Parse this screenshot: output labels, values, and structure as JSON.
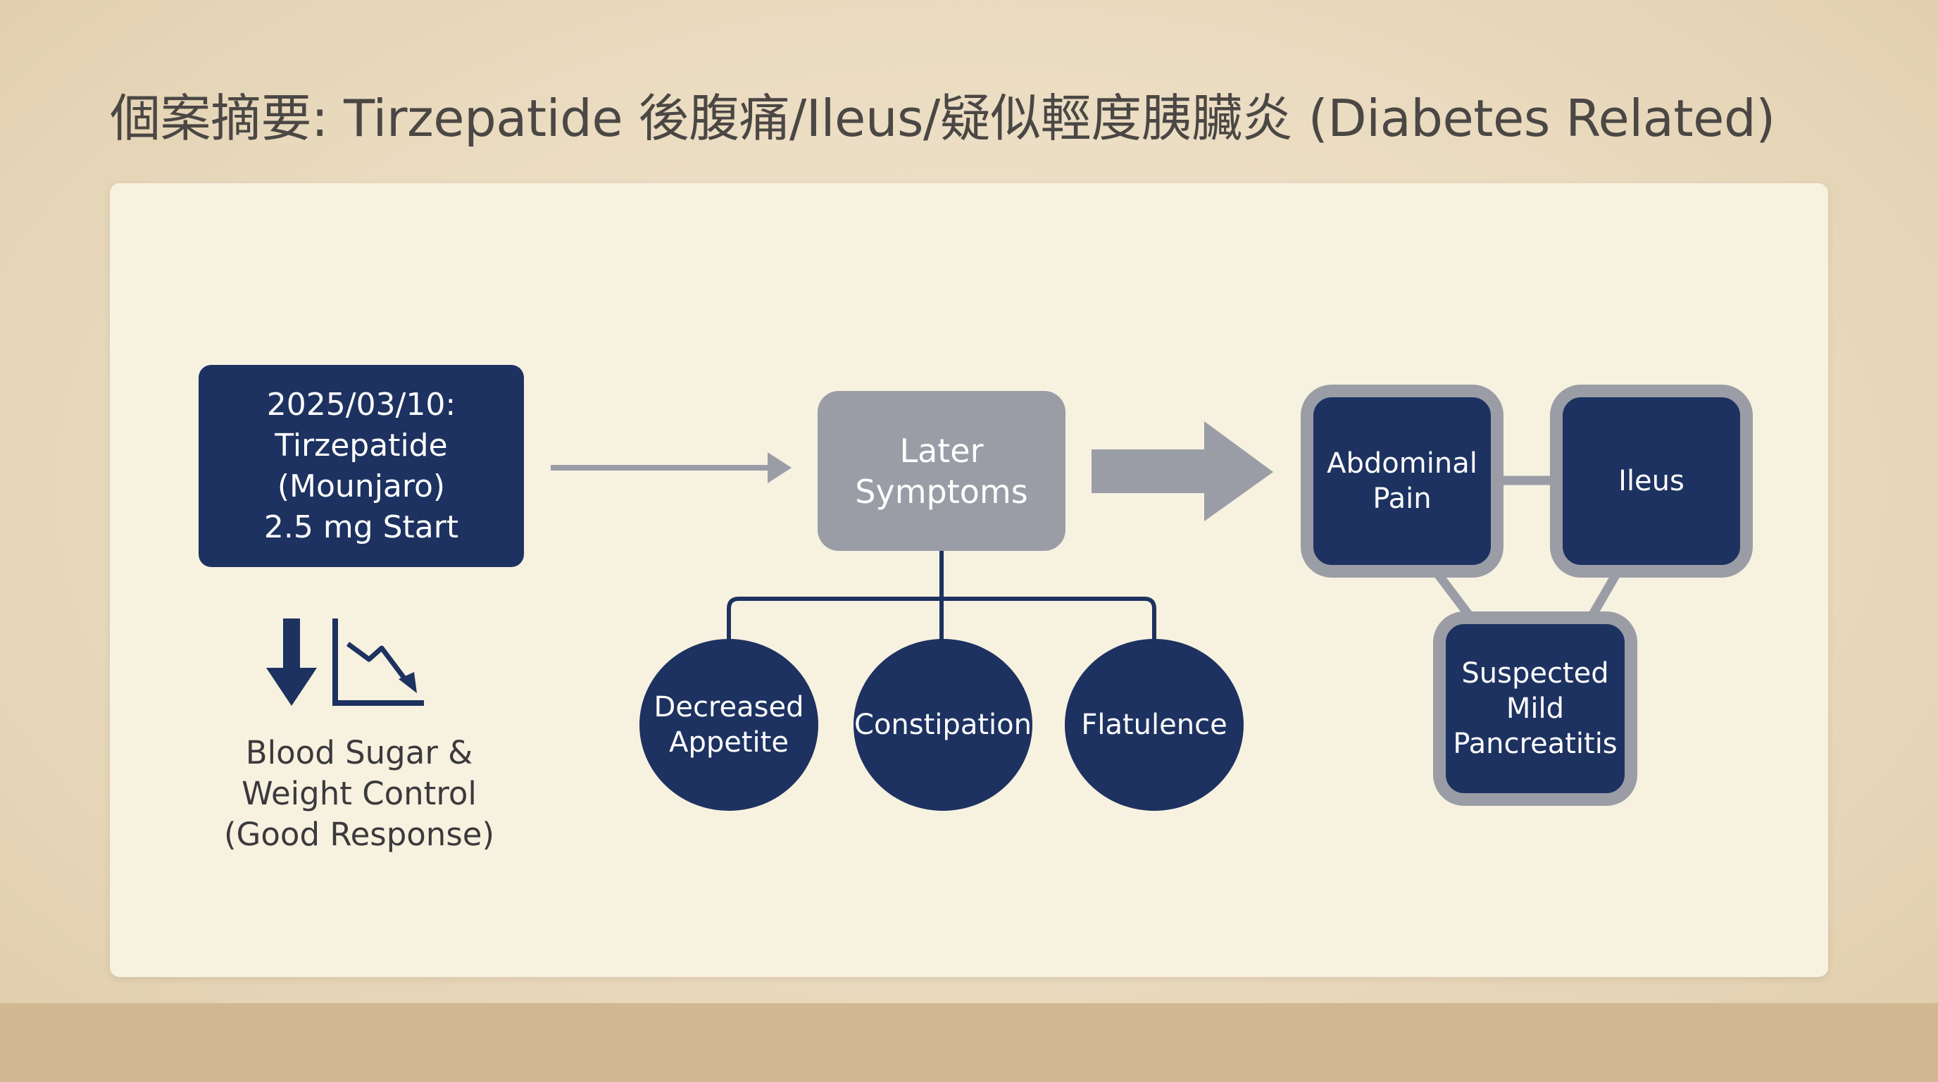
{
  "title": "個案摘要: Tirzepatide 後腹痛/Ileus/疑似輕度胰臟炎 (Diabetes Related)",
  "colors": {
    "navy": "#1d3260",
    "gray": "#9a9da6",
    "panel": "#f7f1e0",
    "text_dark": "#3a3a3c"
  },
  "start_event": {
    "label": "2025/03/10:\nTirzepatide\n(Mounjaro)\n2.5 mg Start"
  },
  "effect": {
    "icons": [
      "arrow-down-icon",
      "declining-chart-icon"
    ],
    "label": "Blood Sugar &\nWeight Control\n(Good Response)"
  },
  "later_symptoms": {
    "label": "Later\nSymptoms",
    "items": [
      {
        "label": "Decreased\nAppetite"
      },
      {
        "label": "Constipation"
      },
      {
        "label": "Flatulence"
      }
    ]
  },
  "outcomes": [
    {
      "label": "Abdominal\nPain"
    },
    {
      "label": "Ileus"
    },
    {
      "label": "Suspected\nMild\nPancreatitis"
    }
  ]
}
